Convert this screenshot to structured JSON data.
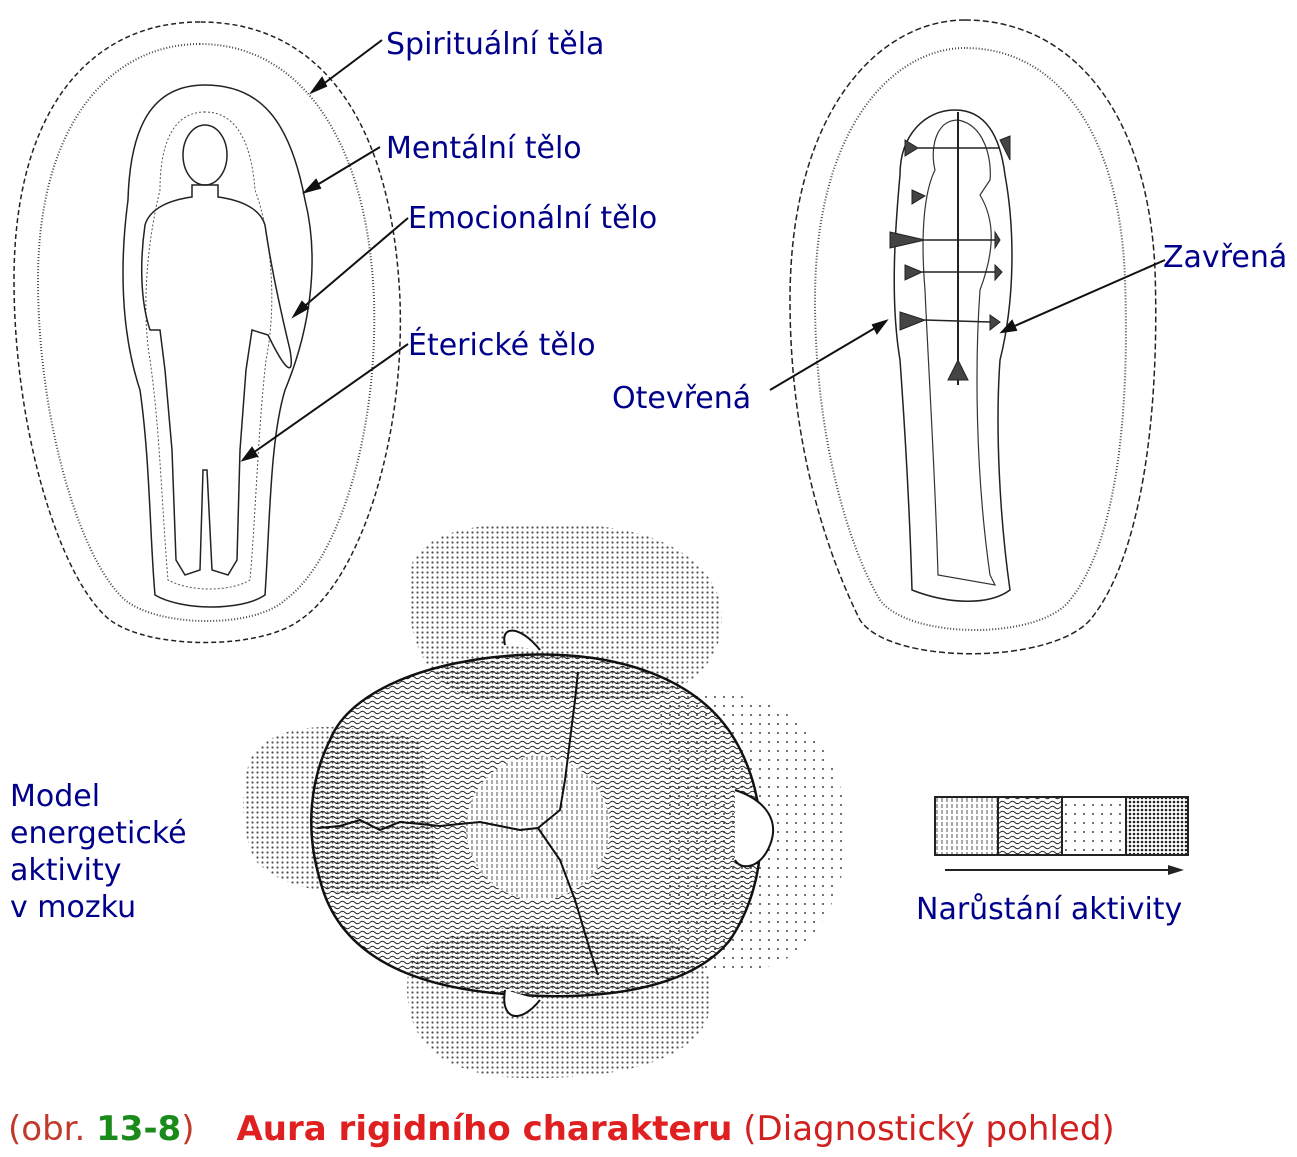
{
  "labels": {
    "spiritual": "Spirituální těla",
    "mental": "Mentální tělo",
    "emotional": "Emocionální tělo",
    "etheric": "Éterické tělo",
    "closed": "Zavřená",
    "open": "Otevřená",
    "increase": "Narůstání aktivity"
  },
  "model_text": [
    "Model",
    "energetické",
    "aktivity",
    "v mozku"
  ],
  "caption": {
    "prefix": "(obr. ",
    "number": "13-8",
    "close": ")",
    "title": "Aura rigidního charakteru",
    "subtitle": "(Diagnostický pohled)"
  }
}
